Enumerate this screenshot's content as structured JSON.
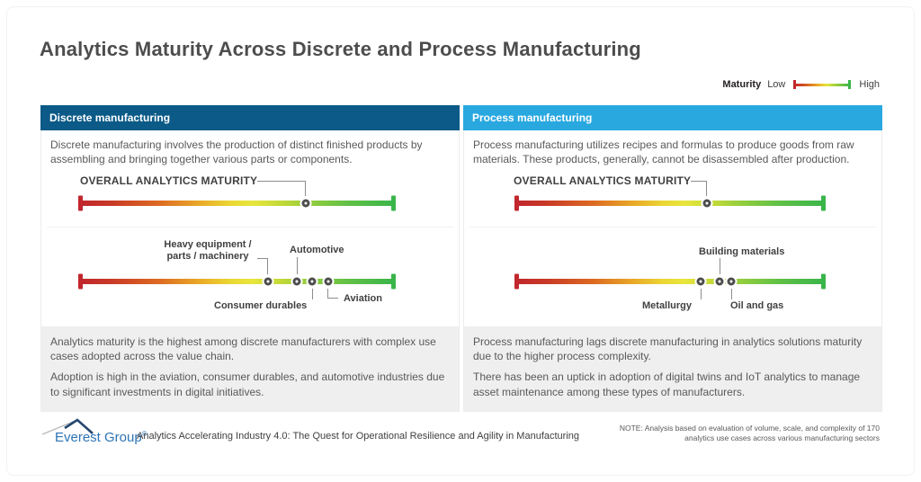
{
  "title": "Analytics Maturity Across Discrete and Process Manufacturing",
  "legend": {
    "label": "Maturity",
    "low": "Low",
    "high": "High"
  },
  "colors": {
    "discrete_header": "#0b5a87",
    "process_header": "#29a8e0",
    "maturity_low": "#c1272d",
    "maturity_high": "#39b54a",
    "insight_bg": "#efefef",
    "logo_blue": "#2d74b5"
  },
  "panels": [
    {
      "header": "Discrete manufacturing",
      "description": "Discrete manufacturing involves the production of distinct finished products by assembling and bringing together various parts or components.",
      "insights": [
        "Analytics maturity is the highest among discrete manufacturers with complex use cases adopted across the value chain.",
        "Adoption is high in the aviation, consumer durables, and automotive industries due to significant investments in digital initiatives."
      ]
    },
    {
      "header": "Process manufacturing",
      "description": "Process manufacturing utilizes recipes and formulas to produce goods from raw materials. These products, generally, cannot be disassembled after production.",
      "insights": [
        "Process manufacturing lags discrete manufacturing in analytics solutions maturity due to the higher process complexity.",
        "There has been an uptick in adoption of digital twins and IoT analytics to manage asset maintenance among these types of manufacturers."
      ]
    }
  ],
  "chart_data": [
    {
      "type": "scatter",
      "panel": "Discrete manufacturing",
      "axis": {
        "range": [
          0,
          100
        ],
        "low_label": "Low",
        "high_label": "High",
        "note": "position along low-to-high maturity gradient, % of scale"
      },
      "series": [
        {
          "name": "Overall",
          "points": [
            {
              "label": "OVERALL ANALYTICS MATURITY",
              "value": 72
            }
          ]
        },
        {
          "name": "Industries",
          "points": [
            {
              "label": "Heavy equipment / parts / machinery",
              "label_display": "Heavy equipment /\nparts / machinery",
              "value": 60
            },
            {
              "label": "Automotive",
              "value": 69
            },
            {
              "label": "Consumer durables",
              "value": 74
            },
            {
              "label": "Aviation",
              "value": 79
            }
          ]
        }
      ]
    },
    {
      "type": "scatter",
      "panel": "Process manufacturing",
      "axis": {
        "range": [
          0,
          100
        ],
        "low_label": "Low",
        "high_label": "High",
        "note": "position along low-to-high maturity gradient, % of scale"
      },
      "series": [
        {
          "name": "Overall",
          "points": [
            {
              "label": "OVERALL ANALYTICS MATURITY",
              "value": 62
            }
          ]
        },
        {
          "name": "Industries",
          "points": [
            {
              "label": "Metallurgy",
              "value": 60
            },
            {
              "label": "Building materials",
              "value": 66
            },
            {
              "label": "Oil and gas",
              "value": 70
            }
          ]
        }
      ]
    }
  ],
  "footer": {
    "logo": "Everest Group",
    "reg": "®",
    "source": "Analytics Accelerating Industry 4.0: The Quest for Operational Resilience and Agility in Manufacturing",
    "note_line1": "NOTE: Analysis based on evaluation of volume, scale, and complexity of 170",
    "note_line2": "analytics use cases across various manufacturing sectors"
  }
}
